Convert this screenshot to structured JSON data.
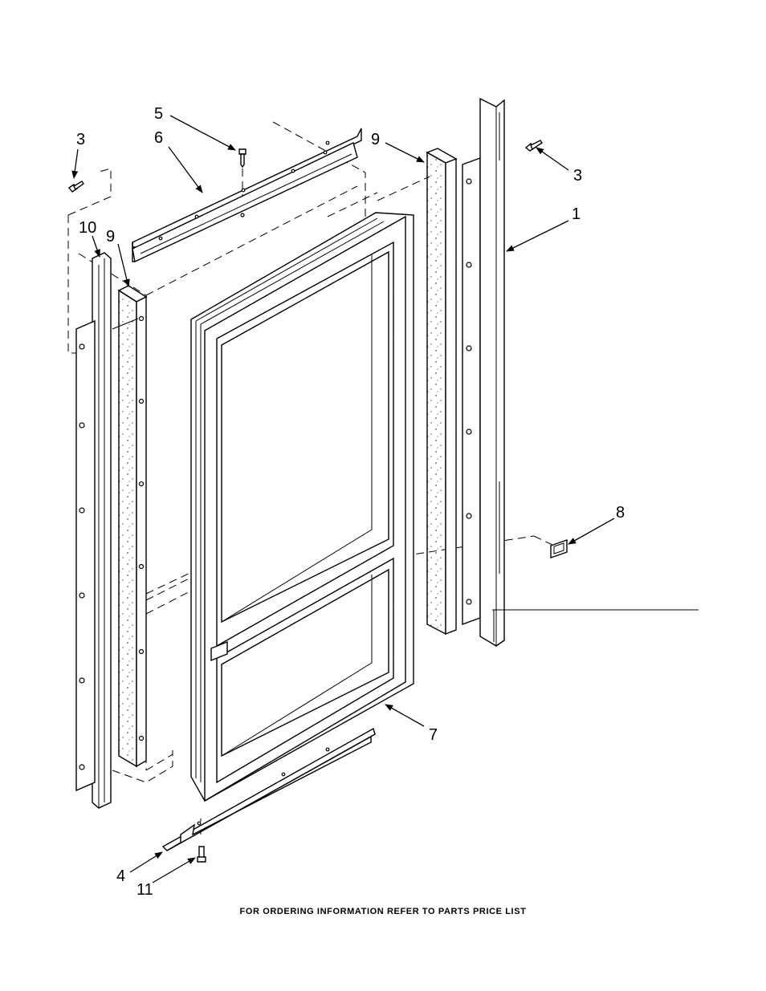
{
  "callouts": {
    "c1": "1",
    "c3a": "3",
    "c3b": "3",
    "c4": "4",
    "c5": "5",
    "c6": "6",
    "c7": "7",
    "c8": "8",
    "c9a": "9",
    "c9b": "9",
    "c10": "10",
    "c11": "11"
  },
  "footer": "FOR ORDERING INFORMATION REFER TO PARTS PRICE LIST"
}
